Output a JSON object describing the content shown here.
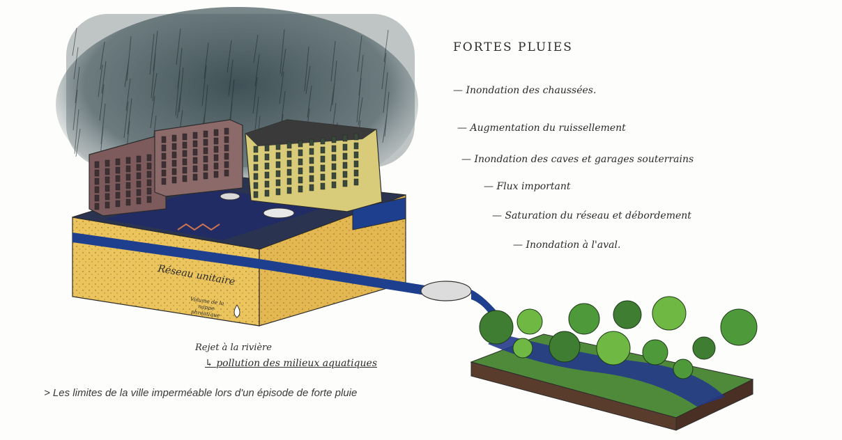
{
  "diagram": {
    "title": "FORTES PLUIES",
    "consequences": [
      "Inondation des chaussées.",
      "Augmentation du ruissellement",
      "Inondation des caves et garages souterrains",
      "Flux important",
      "Saturation du réseau et débordement",
      "Inondation à l'aval."
    ],
    "network_label": "Réseau unitaire",
    "water_table_label": "Volume de la nappe phréatique",
    "discharge_label": "Rejet à la rivière",
    "pollution_label": "pollution des milieux aquatiques"
  },
  "caption": "> Les limites de la ville imperméable lors d'un épisode de forte pluie",
  "colors": {
    "soil": "#ebc45e",
    "water": "#1e3f8e",
    "storm": "#42545a",
    "building_left": "#7d5a5c",
    "building_right": "#d8cc7a",
    "forest_soil": "#5a3c2c",
    "tree": "#4e9a3a"
  }
}
